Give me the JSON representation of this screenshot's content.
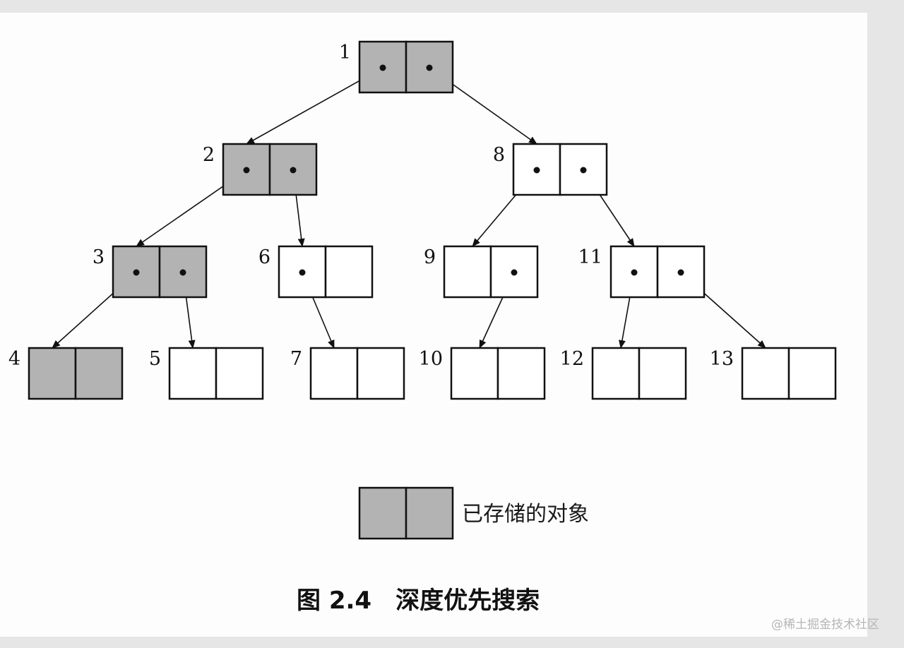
{
  "nodes": [
    {
      "id": "1",
      "label": "1",
      "stored": true
    },
    {
      "id": "2",
      "label": "2",
      "stored": true
    },
    {
      "id": "3",
      "label": "3",
      "stored": true
    },
    {
      "id": "4",
      "label": "4",
      "stored": true
    },
    {
      "id": "5",
      "label": "5",
      "stored": false
    },
    {
      "id": "6",
      "label": "6",
      "stored": false
    },
    {
      "id": "7",
      "label": "7",
      "stored": false
    },
    {
      "id": "8",
      "label": "8",
      "stored": false
    },
    {
      "id": "9",
      "label": "9",
      "stored": false
    },
    {
      "id": "10",
      "label": "10",
      "stored": false
    },
    {
      "id": "11",
      "label": "11",
      "stored": false
    },
    {
      "id": "12",
      "label": "12",
      "stored": false
    },
    {
      "id": "13",
      "label": "13",
      "stored": false
    }
  ],
  "edges": [
    {
      "from": "1",
      "side": "left",
      "to": "2"
    },
    {
      "from": "1",
      "side": "right",
      "to": "8"
    },
    {
      "from": "2",
      "side": "left",
      "to": "3"
    },
    {
      "from": "2",
      "side": "right",
      "to": "6"
    },
    {
      "from": "3",
      "side": "left",
      "to": "4"
    },
    {
      "from": "3",
      "side": "right",
      "to": "5"
    },
    {
      "from": "6",
      "side": "left",
      "to": "7"
    },
    {
      "from": "8",
      "side": "left",
      "to": "9"
    },
    {
      "from": "8",
      "side": "right",
      "to": "11"
    },
    {
      "from": "9",
      "side": "right",
      "to": "10"
    },
    {
      "from": "11",
      "side": "left",
      "to": "12"
    },
    {
      "from": "11",
      "side": "right",
      "to": "13"
    }
  ],
  "legend": {
    "label": "已存储的对象",
    "stored_color": "#b3b3b3"
  },
  "caption": "图 2.4　深度优先搜索",
  "watermark": "@稀土掘金技术社区",
  "colors": {
    "stored_fill": "#b3b3b3",
    "empty_fill": "#ffffff",
    "stroke": "#111111"
  }
}
